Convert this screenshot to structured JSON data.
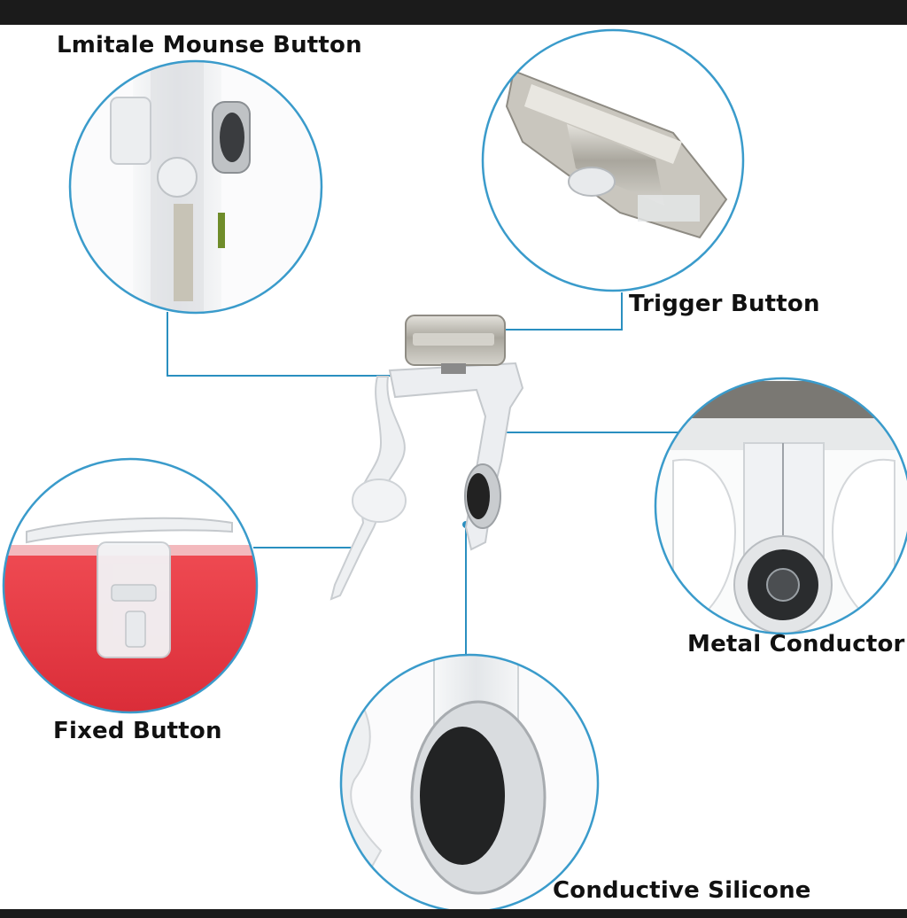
{
  "labels": {
    "lmitale_mouse_button": "Lmitale Mounse Button",
    "trigger_button": "Trigger Button",
    "metal_conductor": "Metal Conductor",
    "fixed_button": "Fixed Button",
    "conductive_silicone": "Conductive Silicone"
  },
  "colors": {
    "callout_line": "#2a8fc0",
    "circle_outline": "#3a9bcb",
    "frame_bar": "#1b1b1b",
    "phone_red": "#e0303c",
    "metal_silver": "#b9b6ae",
    "black_pad": "#1c1c1c"
  }
}
